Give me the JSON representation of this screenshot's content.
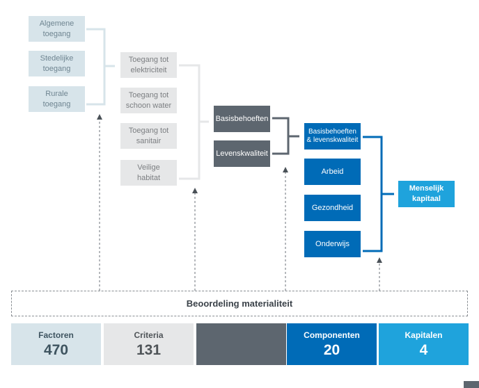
{
  "level1": [
    "Algemene\ntoegang",
    "Stedelijke\ntoegang",
    "Rurale\ntoegang"
  ],
  "level2": [
    "Toegang tot\nelektriciteit",
    "Toegang tot\nschoon water",
    "Toegang tot\nsanitair",
    "Veilige\nhabitat"
  ],
  "level3": [
    "Basisbehoeften",
    "Levenskwaliteit"
  ],
  "level4": [
    "Basisbehoeften\n& levenskwaliteit",
    "Arbeid",
    "Gezondheid",
    "Onderwijs"
  ],
  "kapitaal": "Menselijk\nkapitaal",
  "beoordeling": "Beoordeling materialiteit",
  "stats": [
    {
      "label": "Factoren",
      "value": "470"
    },
    {
      "label": "Criteria",
      "value": "131"
    },
    {
      "label": "",
      "value": ""
    },
    {
      "label": "Componenten",
      "value": "20"
    },
    {
      "label": "Kapitalen",
      "value": "4"
    }
  ],
  "colors": {
    "level1": "#d7e4ea",
    "level2": "#e6e7e8",
    "level3": "#5d666f",
    "level4": "#006bb7",
    "kapitalen": "#1fa3dc"
  }
}
